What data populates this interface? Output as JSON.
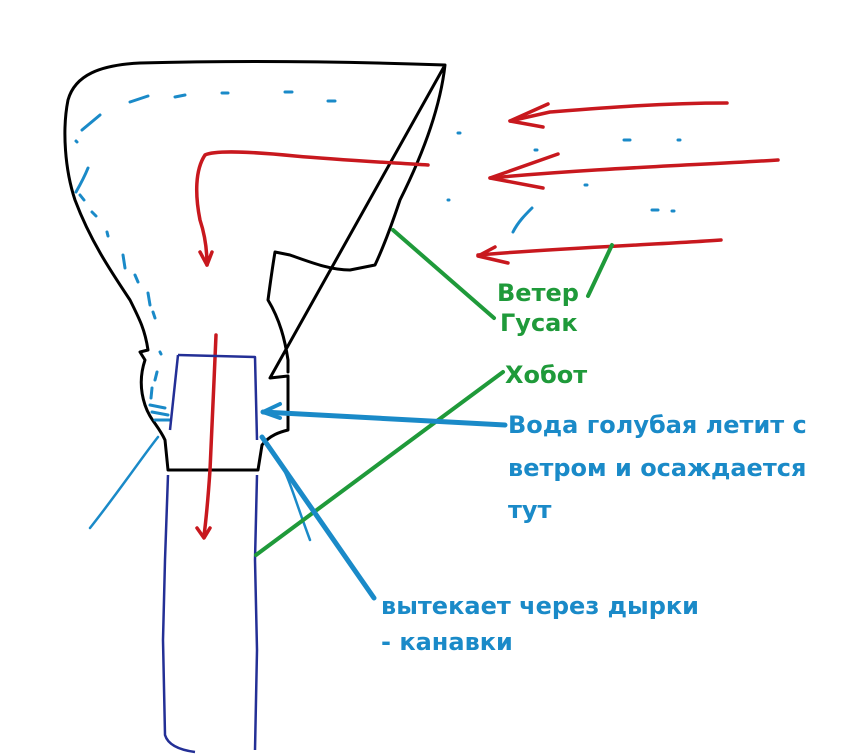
{
  "diagram": {
    "title": "",
    "colors": {
      "outline": "#000000",
      "wind": "#c8181e",
      "water": "#1a8ac8",
      "pipe": "#232f96",
      "label_green": "#1f9a3a",
      "label_blue": "#1a8ac8"
    },
    "components": [
      {
        "id": "gusak",
        "name": "Гусак",
        "shape": "hooded cowl outline (black)"
      },
      {
        "id": "hobot",
        "name": "Хобот",
        "shape": "vertical pipe (dark blue)"
      },
      {
        "id": "wind",
        "name": "Ветер",
        "shape": "three red arrows pointing left, red flow arrow turning down into pipe"
      },
      {
        "id": "water",
        "name": "Вода",
        "shape": "blue dashed droplets along cowl wall"
      }
    ],
    "labels": {
      "veter": "Ветер",
      "gusak": "Гусак",
      "hobot": "Хобот",
      "voda_line1": "Вода голубая летит с",
      "voda_line2": "ветром и осаждается",
      "voda_line3": "тут",
      "vytekaet_line1": "вытекает через дырки",
      "vytekaet_line2": "- канавки"
    }
  }
}
